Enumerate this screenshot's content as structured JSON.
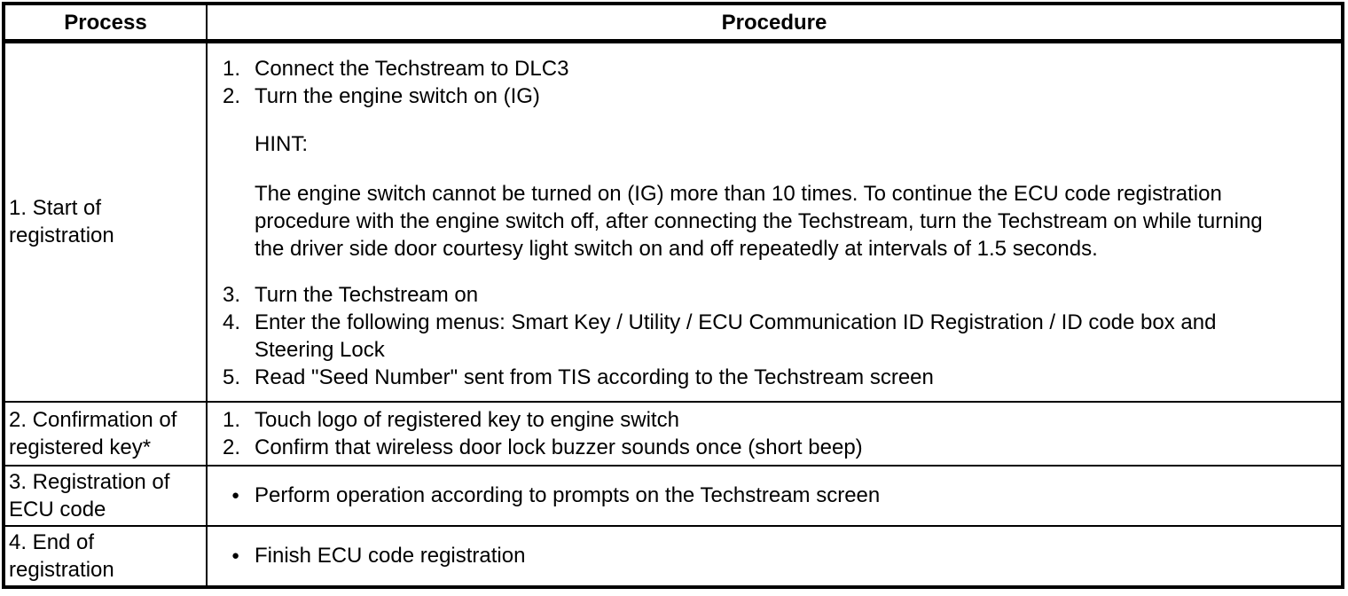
{
  "colors": {
    "background": "#ffffff",
    "text": "#000000",
    "border": "#000000"
  },
  "table": {
    "columns": [
      {
        "label": "Process"
      },
      {
        "label": "Procedure"
      }
    ],
    "rows": [
      {
        "process_lines": [
          "1. Start of",
          "registration"
        ],
        "steps_before_hint": [
          {
            "marker": "1.",
            "lines": [
              "Connect the Techstream to DLC3"
            ]
          },
          {
            "marker": "2.",
            "lines": [
              "Turn the engine switch on (IG)"
            ]
          }
        ],
        "hint_label": "HINT:",
        "hint_lines": [
          "The engine switch cannot be turned on (IG) more than 10 times. To continue the ECU code registration",
          "procedure with the engine switch off, after connecting the Techstream, turn the Techstream on while turning",
          "the driver side door courtesy light switch on and off repeatedly at intervals of 1.5 seconds."
        ],
        "steps_after_hint": [
          {
            "marker": "3.",
            "lines": [
              "Turn the Techstream on"
            ]
          },
          {
            "marker": "4.",
            "lines": [
              "Enter the following menus: Smart Key / Utility / ECU Communication ID Registration / ID code box and",
              "Steering Lock"
            ]
          },
          {
            "marker": "5.",
            "lines": [
              "Read \"Seed Number\" sent from TIS according to the Techstream screen"
            ]
          }
        ]
      },
      {
        "process_lines": [
          "2. Confirmation of",
          "registered key*"
        ],
        "steps": [
          {
            "marker": "1.",
            "lines": [
              "Touch logo of registered key to engine switch"
            ]
          },
          {
            "marker": "2.",
            "lines": [
              "Confirm that wireless door lock buzzer sounds once (short beep)"
            ]
          }
        ]
      },
      {
        "process_lines": [
          "3. Registration of",
          "ECU code"
        ],
        "steps": [
          {
            "marker": "●",
            "lines": [
              "Perform operation according to prompts on the Techstream screen"
            ]
          }
        ]
      },
      {
        "process_lines": [
          "4. End of",
          "registration"
        ],
        "steps": [
          {
            "marker": "●",
            "lines": [
              "Finish ECU code registration"
            ]
          }
        ]
      }
    ]
  }
}
